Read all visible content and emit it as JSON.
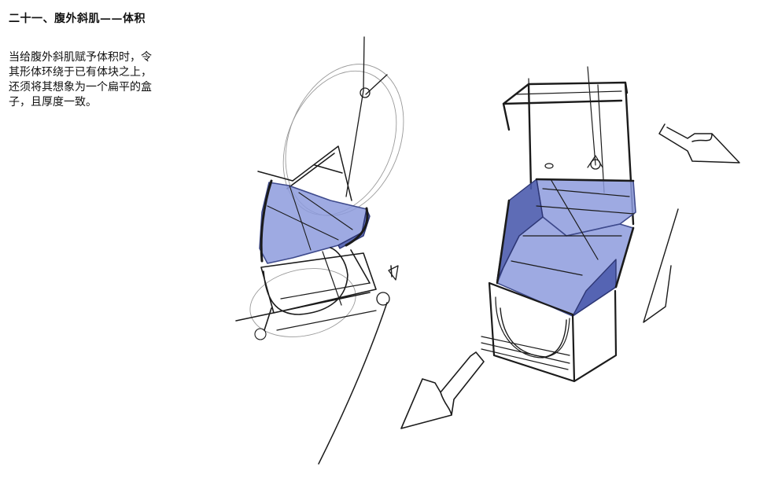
{
  "heading": "二十一、腹外斜肌——体积",
  "paragraph": {
    "lines": [
      "当给腹外斜肌赋予体积时，令",
      "其形体环绕于已有体块之上，",
      "还须将其想象为一个扁平的盒",
      "子，且厚度一致。"
    ]
  },
  "colors": {
    "text": "#111111",
    "muscle_fill": "#8d9bdd",
    "muscle_shadow": "#4d5cae",
    "ink": "#1b1b1b"
  }
}
